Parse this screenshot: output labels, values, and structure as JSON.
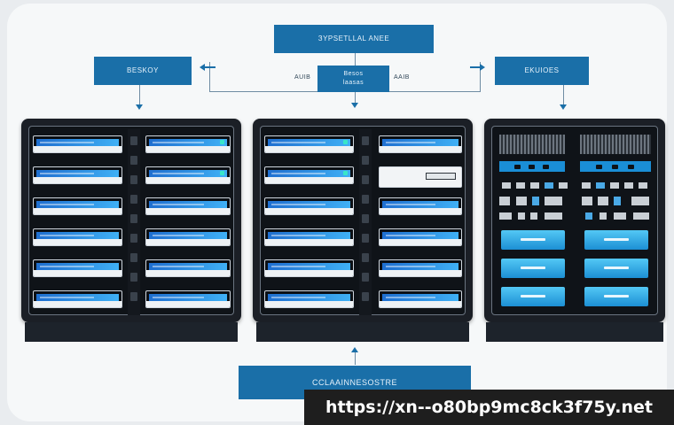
{
  "diagram": {
    "top_box": "ЗYPSETLLAL ANEE",
    "left_box": "BESKOY",
    "center_box": "Besos\nlaasas",
    "center_left_word": "AUIB",
    "center_right_word": "AAIB",
    "right_box": "EKUIOES",
    "bottom_box": "CCLAAINNESOSTRE"
  },
  "watermark": {
    "text": "https://xn--o80bp9mc8ck3f75y.net"
  },
  "colors": {
    "accent": "#1a6fa8",
    "rack": "#1b1f26",
    "drive_blue": "#2fa4ea",
    "watermark_bg": "#1e1e1e"
  },
  "icons": {
    "connector_arrows": "arrow-icon",
    "rack_left": "server-rack-icon",
    "rack_center": "server-rack-icon",
    "rack_right": "storage-array-icon"
  }
}
